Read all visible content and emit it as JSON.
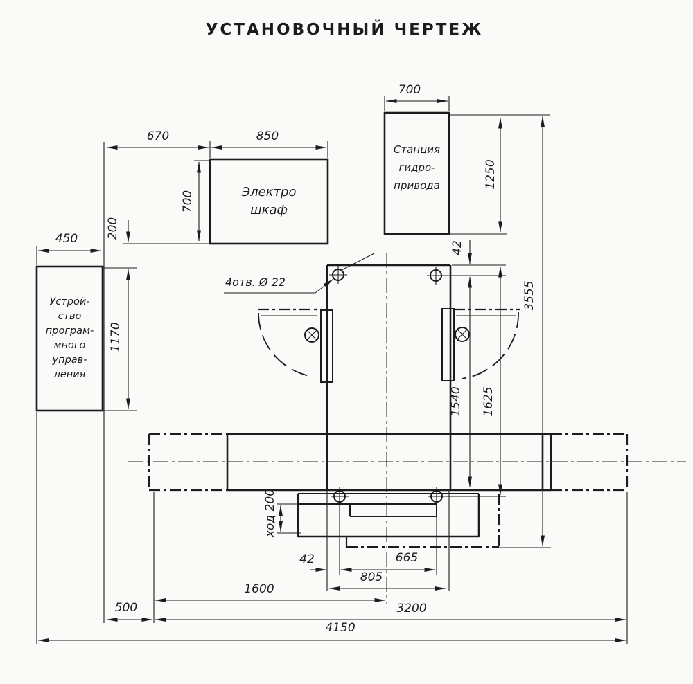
{
  "title": "УСТАНОВОЧНЫЙ ЧЕРТЕЖ",
  "components": {
    "electro_cabinet": {
      "lines": [
        "Электро",
        "шкаф"
      ]
    },
    "hydro_station": {
      "lines": [
        "Станция",
        "гидро-",
        "привода"
      ]
    },
    "control_unit": {
      "lines": [
        "Устрой-",
        "ство",
        "програм-",
        "много",
        "управ-",
        "ления"
      ]
    }
  },
  "annotations": {
    "holes_note": "4отв. Ø 22"
  },
  "dimensions": {
    "station_width": "700",
    "gap_cabinet": "670",
    "cabinet_width": "850",
    "cabinet_height": "700",
    "cabinet_offset": "200",
    "control_width": "450",
    "control_height": "1170",
    "station_height": "1250",
    "overall_height": "3555",
    "hole_edge_offset_top": "42",
    "column_to_bed": "1540",
    "column_to_holes": "1625",
    "slide_stroke": "ход 200",
    "hole_edge_offset_bottom": "42",
    "hole_spacing": "665",
    "column_width": "805",
    "center_offset": "1600",
    "left_margin": "500",
    "bed_span": "3200",
    "overall_width": "4150"
  },
  "colors": {
    "ink": "#1c1c1c",
    "paper": "#fafaf8"
  }
}
